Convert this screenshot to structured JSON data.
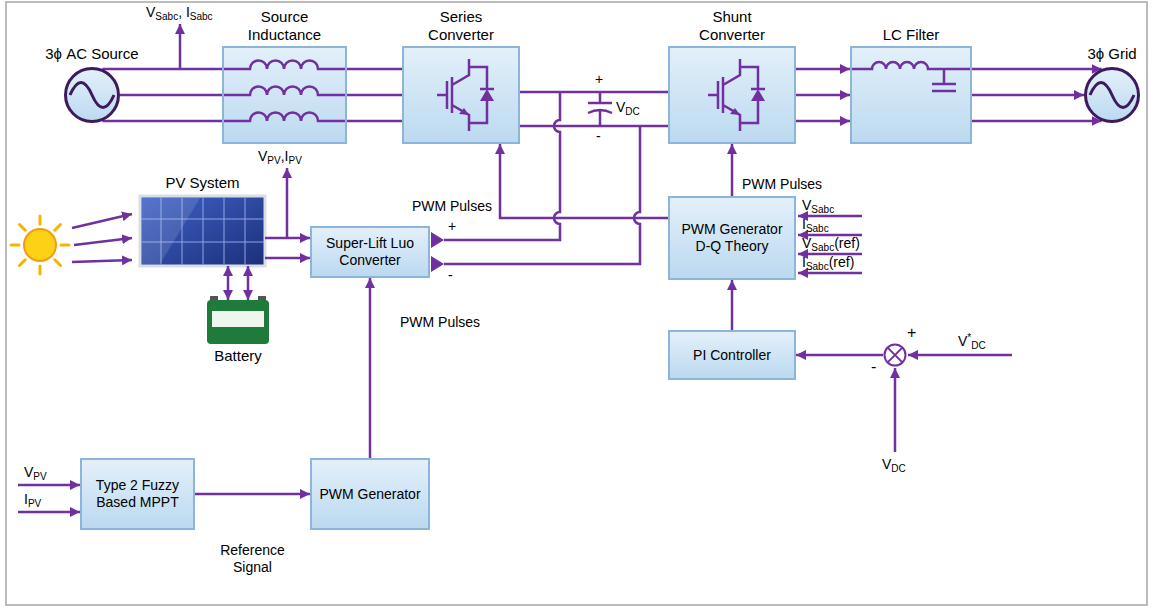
{
  "diagram": {
    "nodes": [
      {
        "text": [
          "3ϕ AC Source"
        ]
      },
      {
        "text": [
          "Source Inductance"
        ]
      },
      {
        "text": [
          "Series Converter"
        ]
      },
      {
        "text": [
          "Shunt Converter"
        ]
      },
      {
        "text": [
          "LC Filter"
        ]
      },
      {
        "text": [
          "3ϕ Grid"
        ]
      },
      {
        "text": [
          "PV System"
        ]
      },
      {
        "text": [
          "Super-Lift Luo Converter"
        ]
      },
      {
        "text": [
          "PWM Generator D-Q Theory"
        ]
      },
      {
        "text": [
          "Battery"
        ]
      },
      {
        "text": [
          "PI Controller"
        ]
      },
      {
        "text": [
          "+",
          "-"
        ]
      },
      {
        "text": [
          "Type 2 Fuzzy Based MPPT"
        ]
      },
      {
        "text": [
          "PWM Generator"
        ]
      }
    ],
    "edges": [
      {
        "from": 0,
        "to": 1,
        "arrow": "none"
      },
      {
        "from": 1,
        "to": 2,
        "arrow": "none"
      },
      {
        "from": 2,
        "to": 3,
        "arrow": "none"
      },
      {
        "from": 3,
        "to": 4,
        "arrow": "to"
      },
      {
        "from": 4,
        "to": 5,
        "arrow": "to"
      },
      {
        "from": 6,
        "to": 7,
        "arrow": "to"
      },
      {
        "from": 6,
        "to": 9,
        "arrow": "both"
      },
      {
        "from": 13,
        "to": 7,
        "arrow": "to",
        "label": "PWM Pulses"
      },
      {
        "from": 12,
        "to": 13,
        "arrow": "to",
        "label": "Reference Signal"
      },
      {
        "from": 8,
        "to": 2,
        "arrow": "to",
        "label": "PWM Pulses"
      },
      {
        "from": 8,
        "to": 3,
        "arrow": "to",
        "label": "PWM Pulses"
      },
      {
        "from": 10,
        "to": 8,
        "arrow": "to"
      },
      {
        "from": 11,
        "to": 10,
        "arrow": "to"
      }
    ],
    "labels": [
      "VSabc, ISabc",
      "VPV,IPV",
      "+",
      "-",
      "VDC",
      "+",
      "-",
      "VSabc",
      "ISabc",
      "VSabc(ref)",
      "ISabc(ref)",
      "V*DC",
      "VDC",
      "VPV",
      "IPV"
    ]
  }
}
